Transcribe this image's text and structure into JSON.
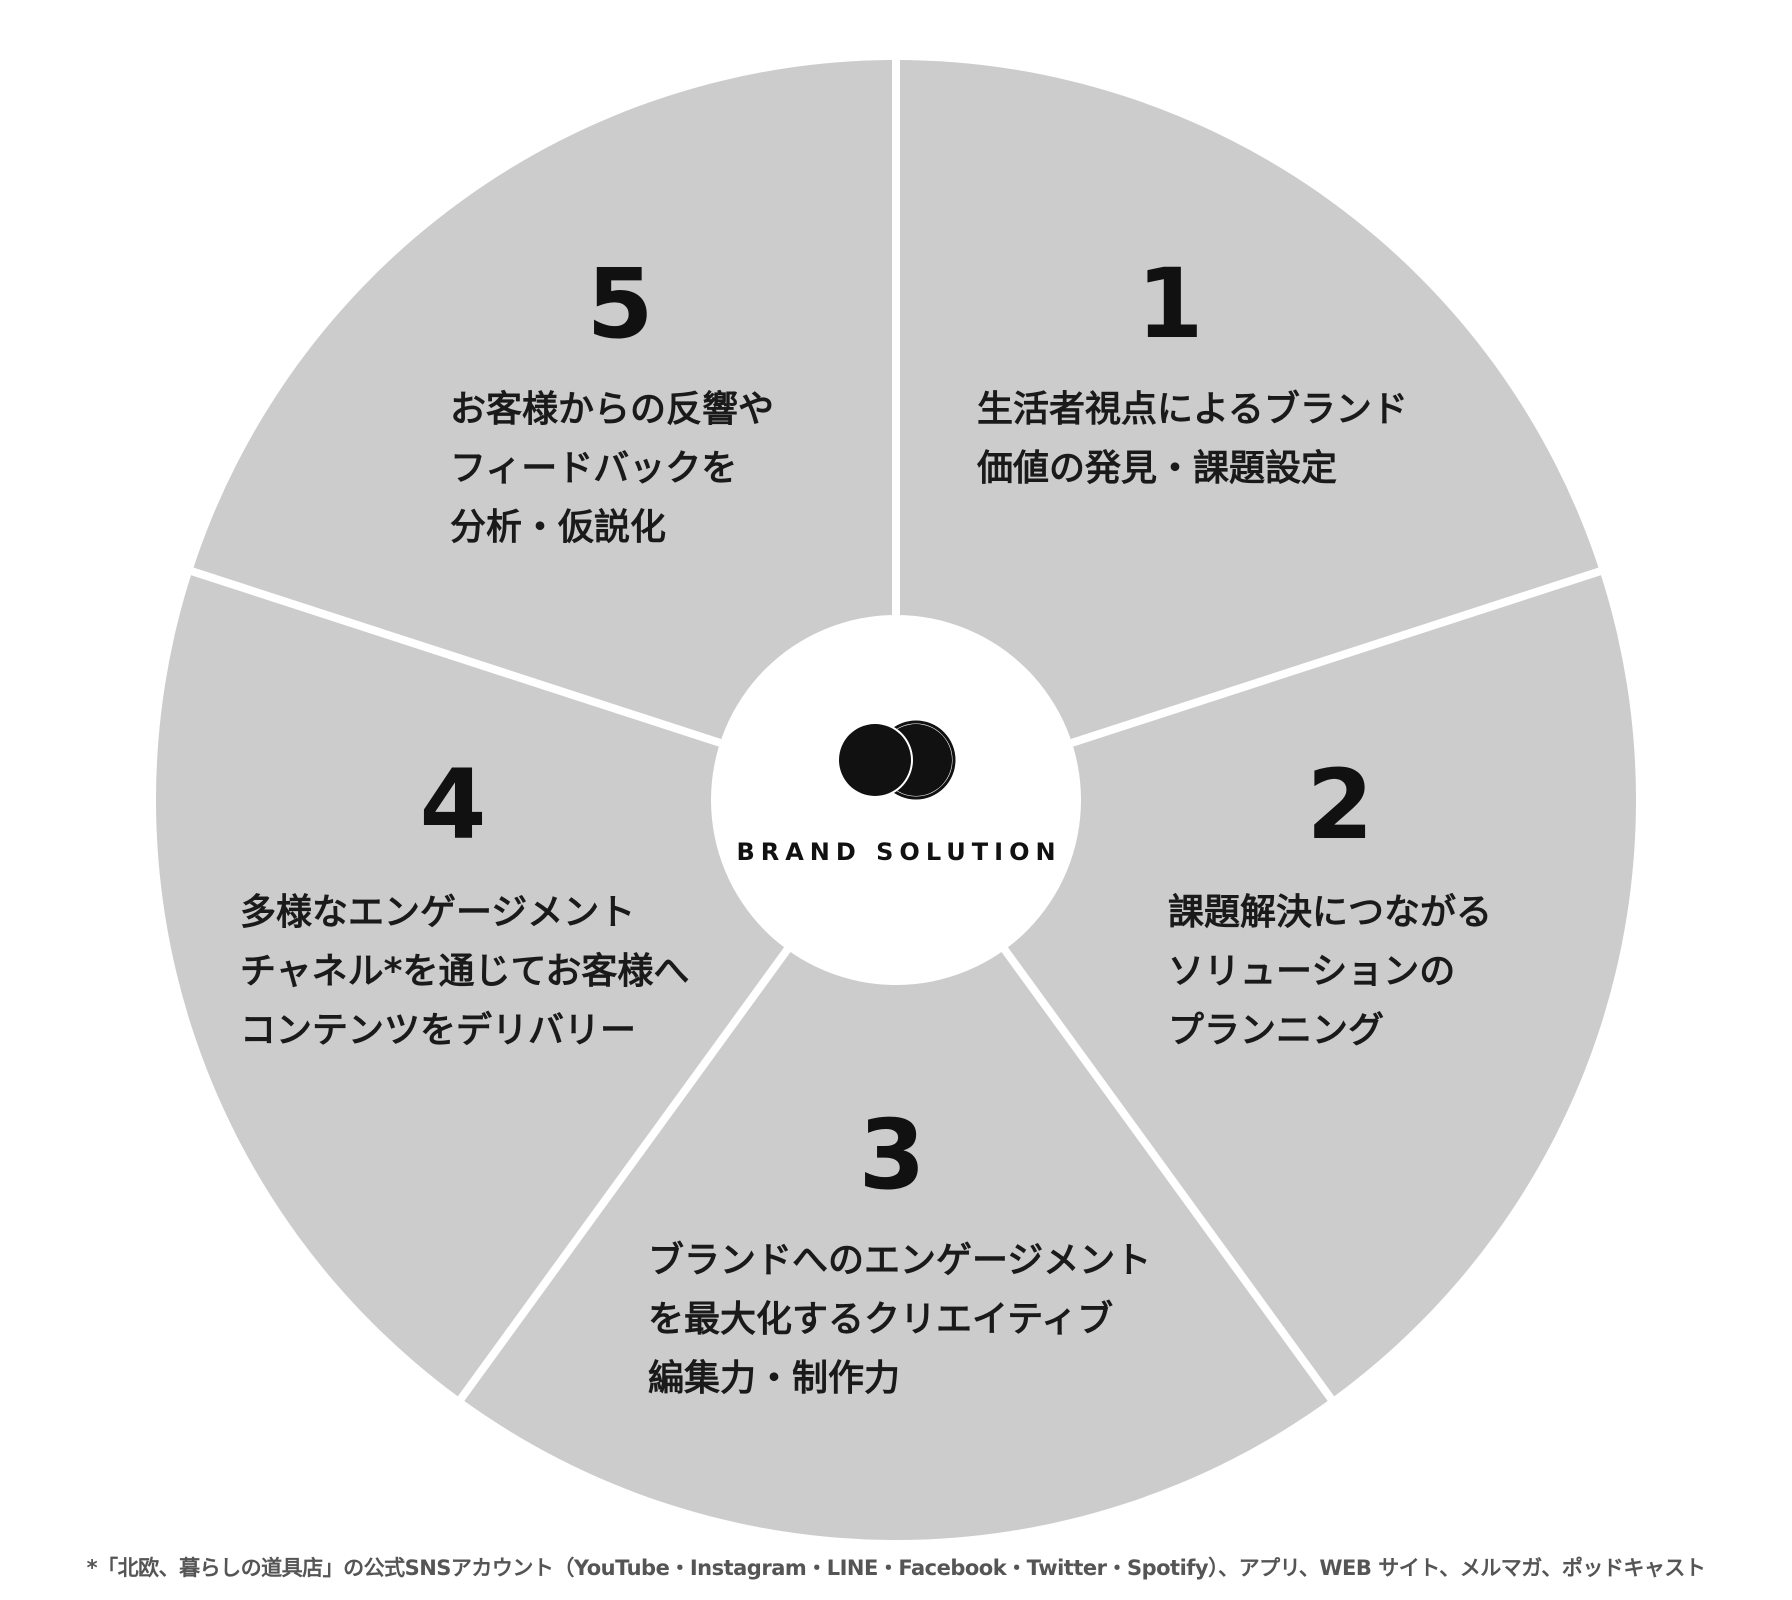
{
  "diagram": {
    "center": {
      "label": "BRAND SOLUTION",
      "logo_icon": "two-overlapping-circles-icon"
    },
    "segments": [
      {
        "number": "1",
        "lines": [
          "生活者視点によるブランド",
          "価値の発見・課題設定"
        ]
      },
      {
        "number": "2",
        "lines": [
          "課題解決につながる",
          "ソリューションの",
          "プランニング"
        ]
      },
      {
        "number": "3",
        "lines": [
          "ブランドへのエンゲージメント",
          "を最大化するクリエイティブ",
          "編集力・制作力"
        ]
      },
      {
        "number": "4",
        "lines": [
          "多様なエンゲージメント",
          "チャネル*を通じてお客様へ",
          "コンテンツをデリバリー"
        ]
      },
      {
        "number": "5",
        "lines": [
          "お客様からの反響や",
          "フィードバックを",
          "分析・仮説化"
        ]
      }
    ],
    "colors": {
      "segment_fill": "#cccccc",
      "separator": "#ffffff",
      "text": "#111111"
    }
  },
  "footnote": "*「北欧、暮らしの道具店」の公式SNSアカウント（YouTube・Instagram・LINE・Facebook・Twitter・Spotify）、アプリ、WEB サイト、メルマガ、ポッドキャスト"
}
